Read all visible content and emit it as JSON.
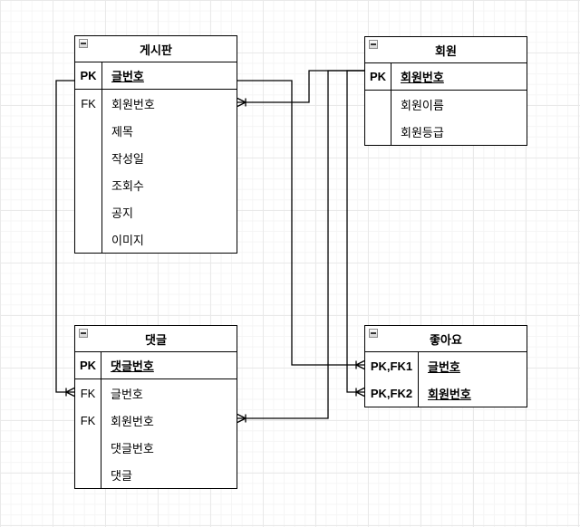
{
  "canvas": {
    "background_color": "#ffffff",
    "grid_minor_color": "#f5f5f5",
    "grid_major_color": "#e9e9e9",
    "line_color": "#000000"
  },
  "icons": {
    "collapse_toggle": "minus-square-icon"
  },
  "entities": [
    {
      "id": "board",
      "title": "게시판",
      "rows": [
        {
          "key": "PK",
          "name": "글번호",
          "is_pk": true
        },
        {
          "key": "FK",
          "name": "회원번호",
          "is_pk": false
        },
        {
          "key": "",
          "name": "제목",
          "is_pk": false
        },
        {
          "key": "",
          "name": "작성일",
          "is_pk": false
        },
        {
          "key": "",
          "name": "조회수",
          "is_pk": false
        },
        {
          "key": "",
          "name": "공지",
          "is_pk": false
        },
        {
          "key": "",
          "name": "이미지",
          "is_pk": false
        }
      ]
    },
    {
      "id": "member",
      "title": "회원",
      "rows": [
        {
          "key": "PK",
          "name": "회원번호",
          "is_pk": true
        },
        {
          "key": "",
          "name": "회원이름",
          "is_pk": false
        },
        {
          "key": "",
          "name": "회원등급",
          "is_pk": false
        }
      ]
    },
    {
      "id": "comment",
      "title": "댓글",
      "rows": [
        {
          "key": "PK",
          "name": "댓글번호",
          "is_pk": true
        },
        {
          "key": "FK",
          "name": "글번호",
          "is_pk": false
        },
        {
          "key": "FK",
          "name": "회원번호",
          "is_pk": false
        },
        {
          "key": "",
          "name": "댓글번호",
          "is_pk": false
        },
        {
          "key": "",
          "name": "댓글",
          "is_pk": false
        }
      ]
    },
    {
      "id": "like",
      "title": "좋아요",
      "rows": [
        {
          "key": "PK,FK1",
          "name": "글번호",
          "is_pk": true
        },
        {
          "key": "PK,FK2",
          "name": "회원번호",
          "is_pk": true
        }
      ]
    }
  ],
  "relationships": [
    {
      "from": "게시판.글번호",
      "to": "좋아요.글번호",
      "notation": "one-to-many-crowfoot"
    },
    {
      "from": "게시판.글번호",
      "to": "댓글.글번호",
      "notation": "one-to-many-crowfoot"
    },
    {
      "from": "회원.회원번호",
      "to": "게시판.회원번호",
      "notation": "one-to-many-crowfoot"
    },
    {
      "from": "회원.회원번호",
      "to": "댓글.회원번호",
      "notation": "one-to-many-crowfoot"
    },
    {
      "from": "회원.회원번호",
      "to": "좋아요.회원번호",
      "notation": "one-to-many-crowfoot"
    }
  ]
}
